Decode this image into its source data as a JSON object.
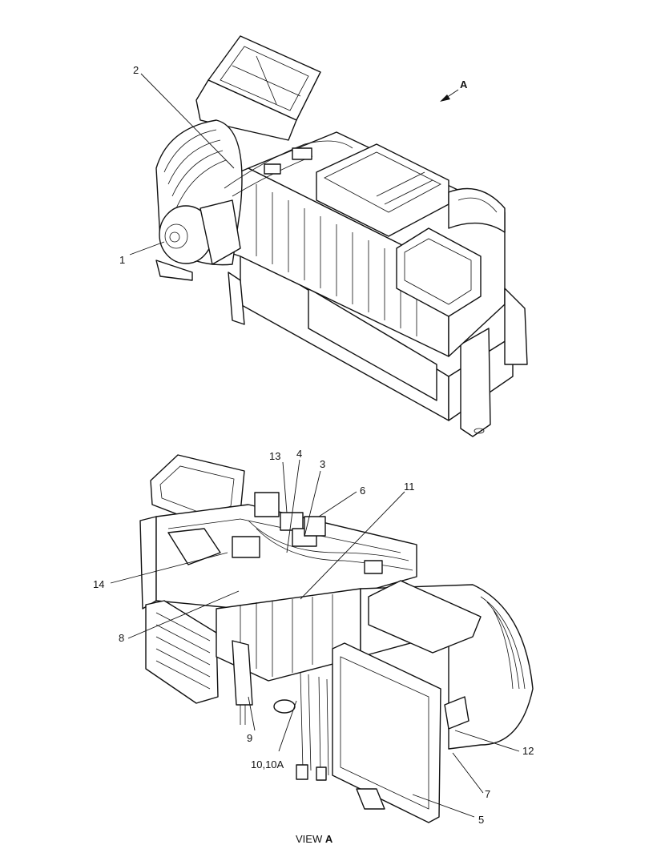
{
  "labels": {
    "l1": "1",
    "l2": "2",
    "l3": "3",
    "l4": "4",
    "l5": "5",
    "l6": "6",
    "l7": "7",
    "l8": "8",
    "l9": "9",
    "l10": "10,10A",
    "l11": "11",
    "l12": "12",
    "l13": "13",
    "l14": "14"
  },
  "arrow": {
    "letter": "A"
  },
  "view_caption": {
    "prefix": "VIEW ",
    "letter": "A"
  }
}
